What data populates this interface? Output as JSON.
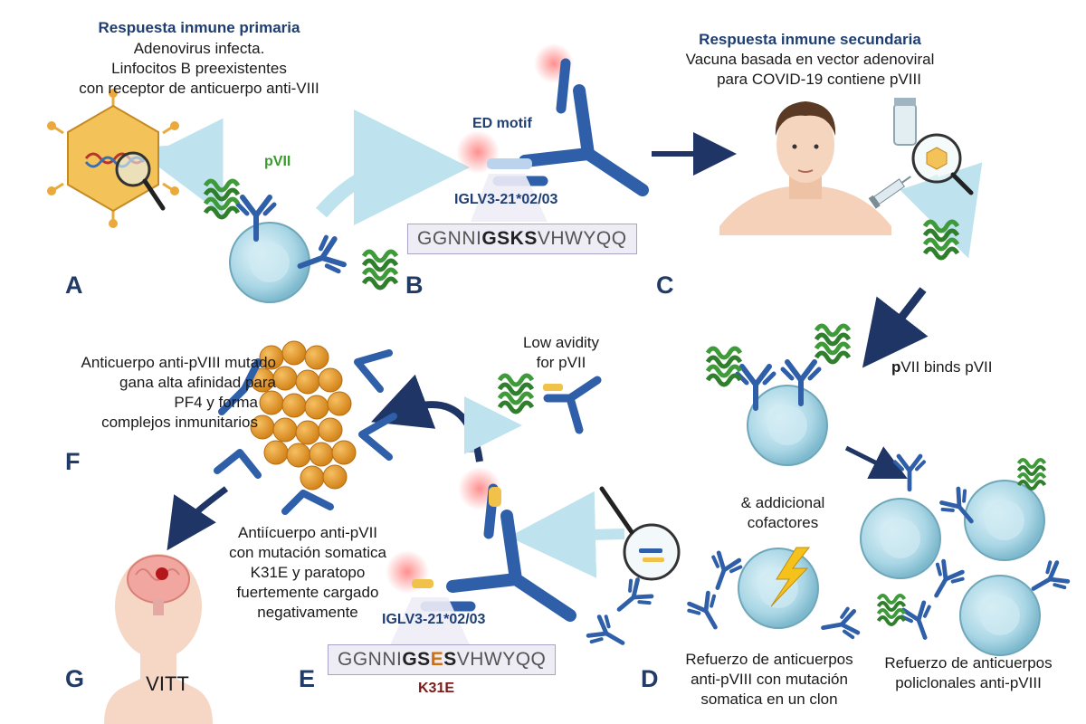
{
  "panel_a": {
    "title": "Respuesta inmune primaria",
    "line1": "Adenovirus infecta.",
    "line2": "Linfocitos B preexistentes",
    "line3": "con receptor de anticuerpo anti-VIII",
    "protein_label": "pVII",
    "letter": "A"
  },
  "panel_b": {
    "motif_label": "ED motif",
    "gene_label": "IGLV3-21*02/03",
    "seq_prefix": "GGNNI",
    "seq_bold": "GSKS",
    "seq_suffix": "VHWYQQ",
    "letter": "B"
  },
  "panel_c": {
    "title": "Respuesta inmune secundaria",
    "line1": "Vacuna basada en vector adenoviral",
    "line2": "para COVID-19 contiene pVIII",
    "letter": "C"
  },
  "binds": {
    "bold_part": "p",
    "rest": "VII binds pVII"
  },
  "cofactors": {
    "line1": "& addicional",
    "line2": "cofactores"
  },
  "panel_d": {
    "clone_line1": "Refuerzo de anticuerpos",
    "clone_line2": "anti-pVIII con mutación",
    "clone_line3": "somatica en un clon",
    "poly_line1": "Refuerzo de anticuerpos",
    "poly_line2": "policlonales anti-pVIII",
    "letter": "D"
  },
  "panel_e": {
    "line1": "Antiícuerpo anti-pVII",
    "line2": "con mutación somatica",
    "line3": "K31E y paratopo",
    "line4": "fuertemente cargado",
    "line5": "negativamente",
    "gene_label": "IGLV3-21*02/03",
    "seq_prefix": "GGNNI",
    "seq_gs": "GS",
    "seq_mut": "E",
    "seq_s": "S",
    "seq_suffix": "VHWYQQ",
    "mutation_label": "K31E",
    "letter": "E"
  },
  "low_avidity": {
    "line1": "Low avidity",
    "line2": "for pVII"
  },
  "panel_f": {
    "line1": "Anticuerpo anti-pVIII mutado",
    "line2": "gana alta afinidad para",
    "line3": "PF4 y forma",
    "line4": "complejos inmunitarios",
    "letter": "F"
  },
  "panel_g": {
    "label": "VITT",
    "letter": "G"
  },
  "colors": {
    "antibody": "#2f5fa8",
    "antibody_light": "#f0c24a",
    "cell": "#a9d6e5",
    "pf4": "#e3951e",
    "protein": "#3f9a3a",
    "virus": "#e9a93c",
    "arrow_dark": "#1f3566",
    "arrow_light": "#bfe3ee"
  }
}
